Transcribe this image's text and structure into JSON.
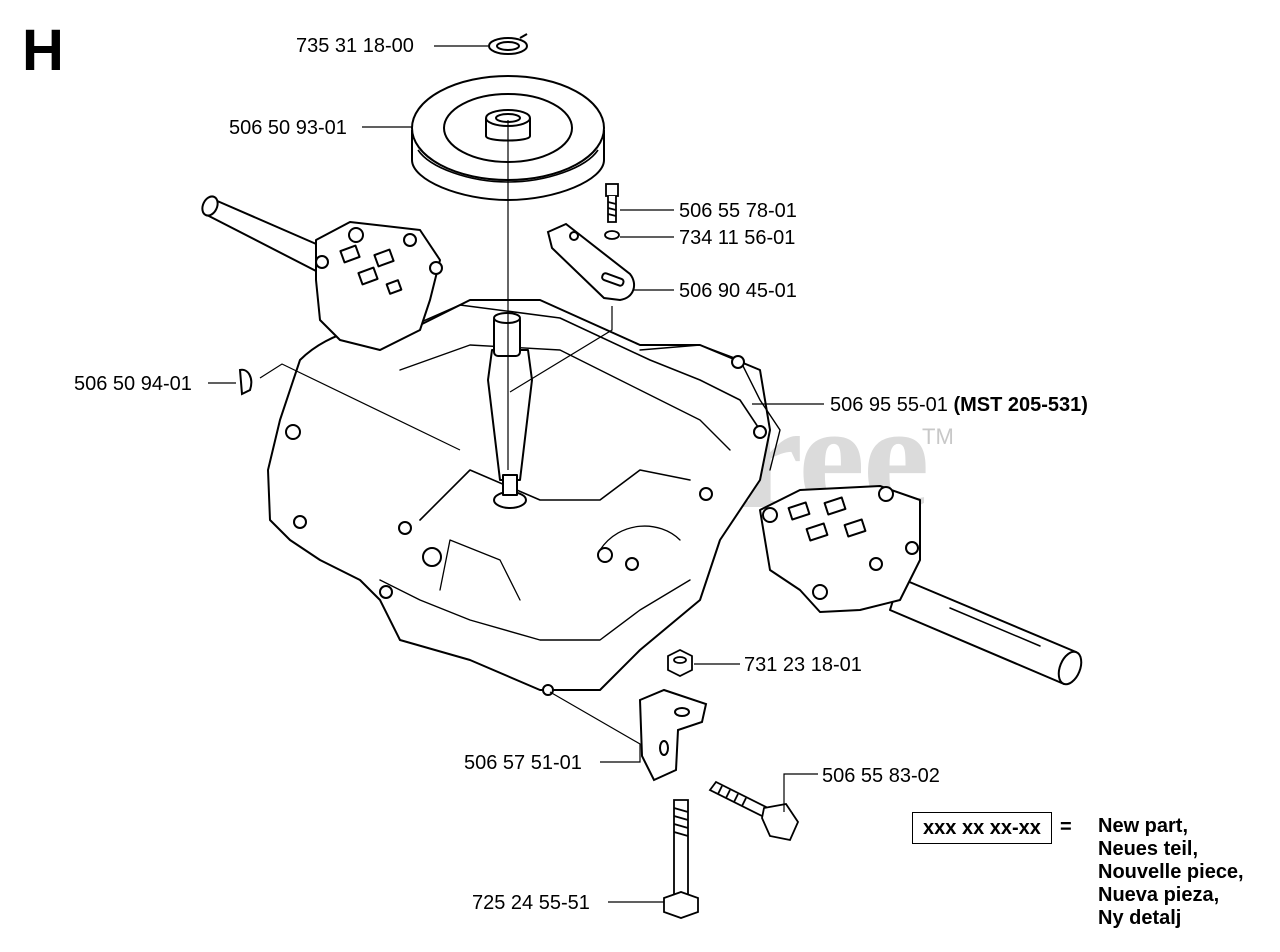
{
  "section": "H",
  "watermark": {
    "text": "PartsTree",
    "tm": "TM"
  },
  "callouts": [
    {
      "id": "c1",
      "part": "735 31 18-00"
    },
    {
      "id": "c2",
      "part": "506 50 93-01"
    },
    {
      "id": "c3",
      "part": "506 55 78-01"
    },
    {
      "id": "c4",
      "part": "734 11 56-01"
    },
    {
      "id": "c5",
      "part": "506 90 45-01"
    },
    {
      "id": "c6",
      "part": "506 50 94-01"
    },
    {
      "id": "c7",
      "part": "506 95 55-01",
      "note": "(MST 205-531)"
    },
    {
      "id": "c8",
      "part": "731 23 18-01"
    },
    {
      "id": "c9",
      "part": "506 57 51-01"
    },
    {
      "id": "c10",
      "part": "506 55 83-02"
    },
    {
      "id": "c11",
      "part": "725 24 55-51"
    }
  ],
  "legend": {
    "code": "xxx xx xx-xx",
    "equals": "=",
    "lines": [
      "New part,",
      "Neues teil,",
      "Nouvelle piece,",
      "Nueva pieza,",
      "Ny detalj"
    ]
  }
}
